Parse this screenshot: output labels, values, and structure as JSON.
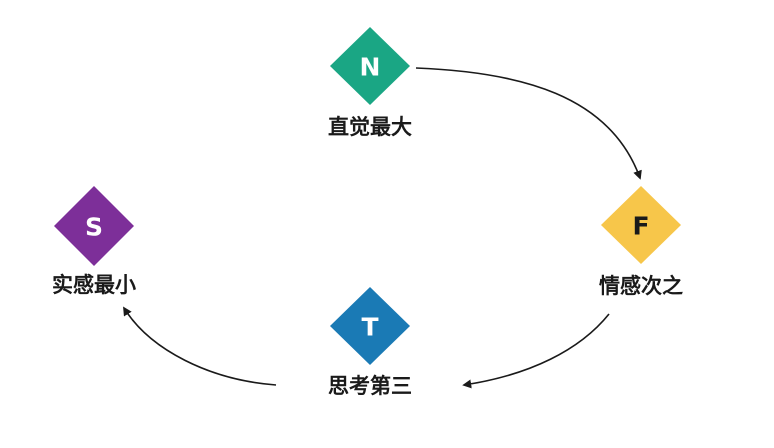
{
  "nodes": {
    "n": {
      "letter": "N",
      "label": "直觉最大",
      "color": "#1aa684",
      "letter_color": "#ffffff"
    },
    "f": {
      "letter": "F",
      "label": "情感次之",
      "color": "#f7c64a",
      "letter_color": "#1a1a1a"
    },
    "t": {
      "letter": "T",
      "label": "思考第三",
      "color": "#1a7ab5",
      "letter_color": "#ffffff"
    },
    "s": {
      "letter": "S",
      "label": "实感最小",
      "color": "#7d2f99",
      "letter_color": "#ffffff"
    }
  },
  "arrow_color": "#1a1a1a"
}
